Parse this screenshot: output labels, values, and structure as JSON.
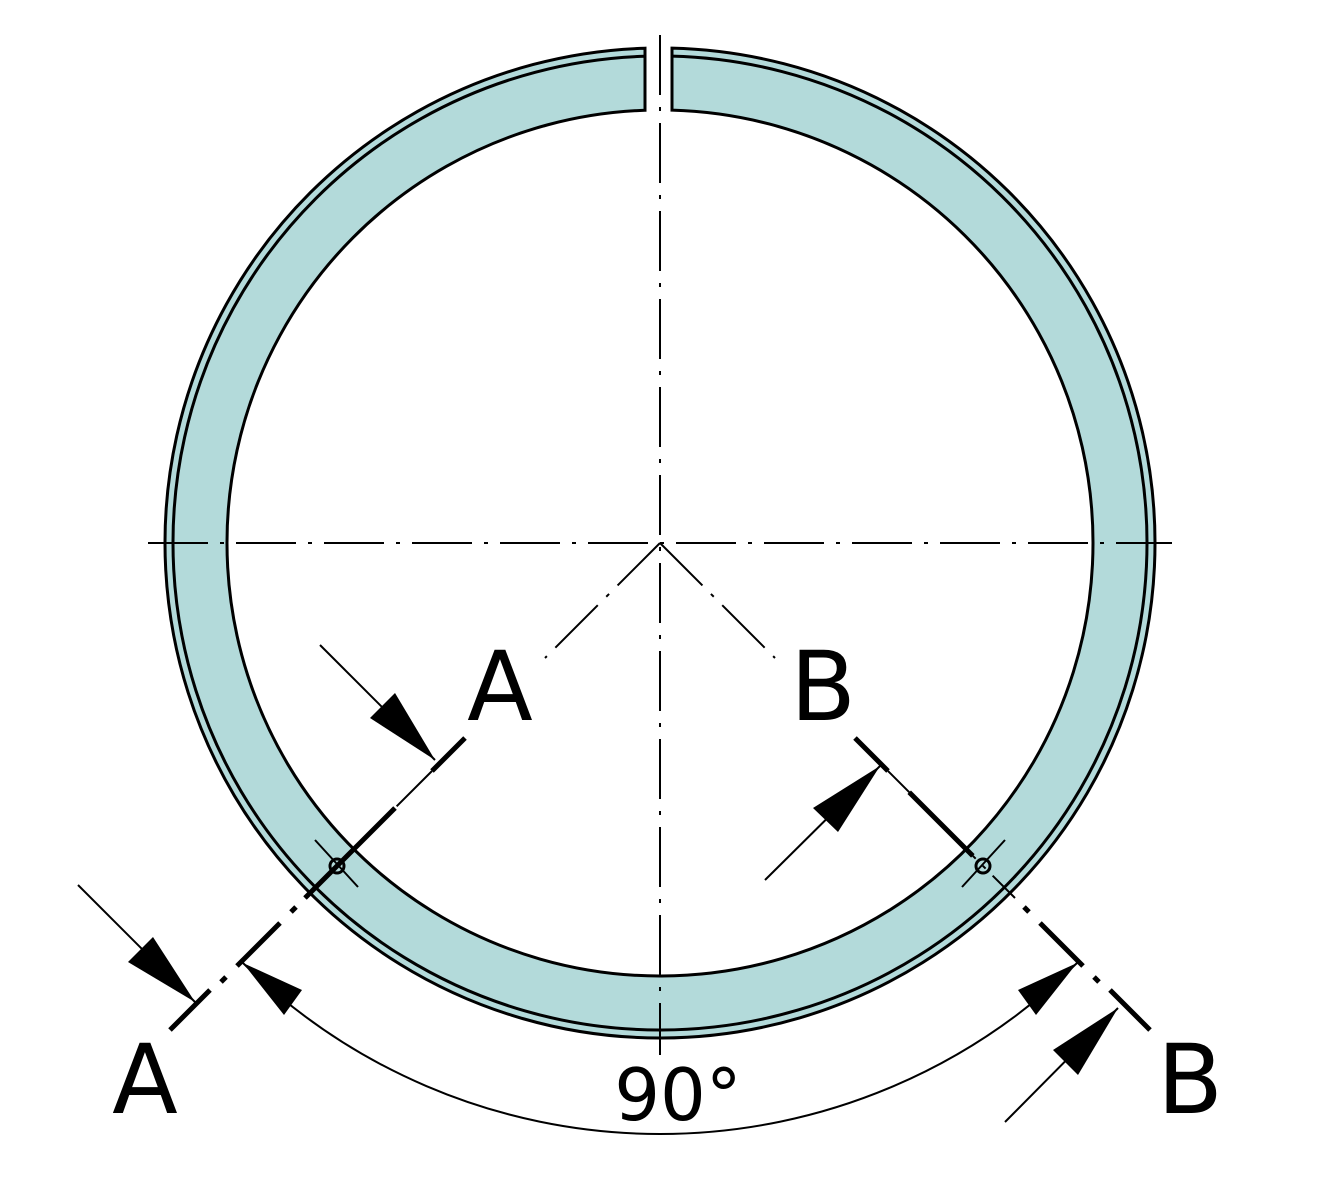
{
  "diagram": {
    "section_labels": {
      "a_upper": "A",
      "a_lower": "A",
      "b_upper": "B",
      "b_lower": "B"
    },
    "angle_label": "90°",
    "colors": {
      "ring_fill": "#b3dada",
      "line": "#000000"
    }
  }
}
